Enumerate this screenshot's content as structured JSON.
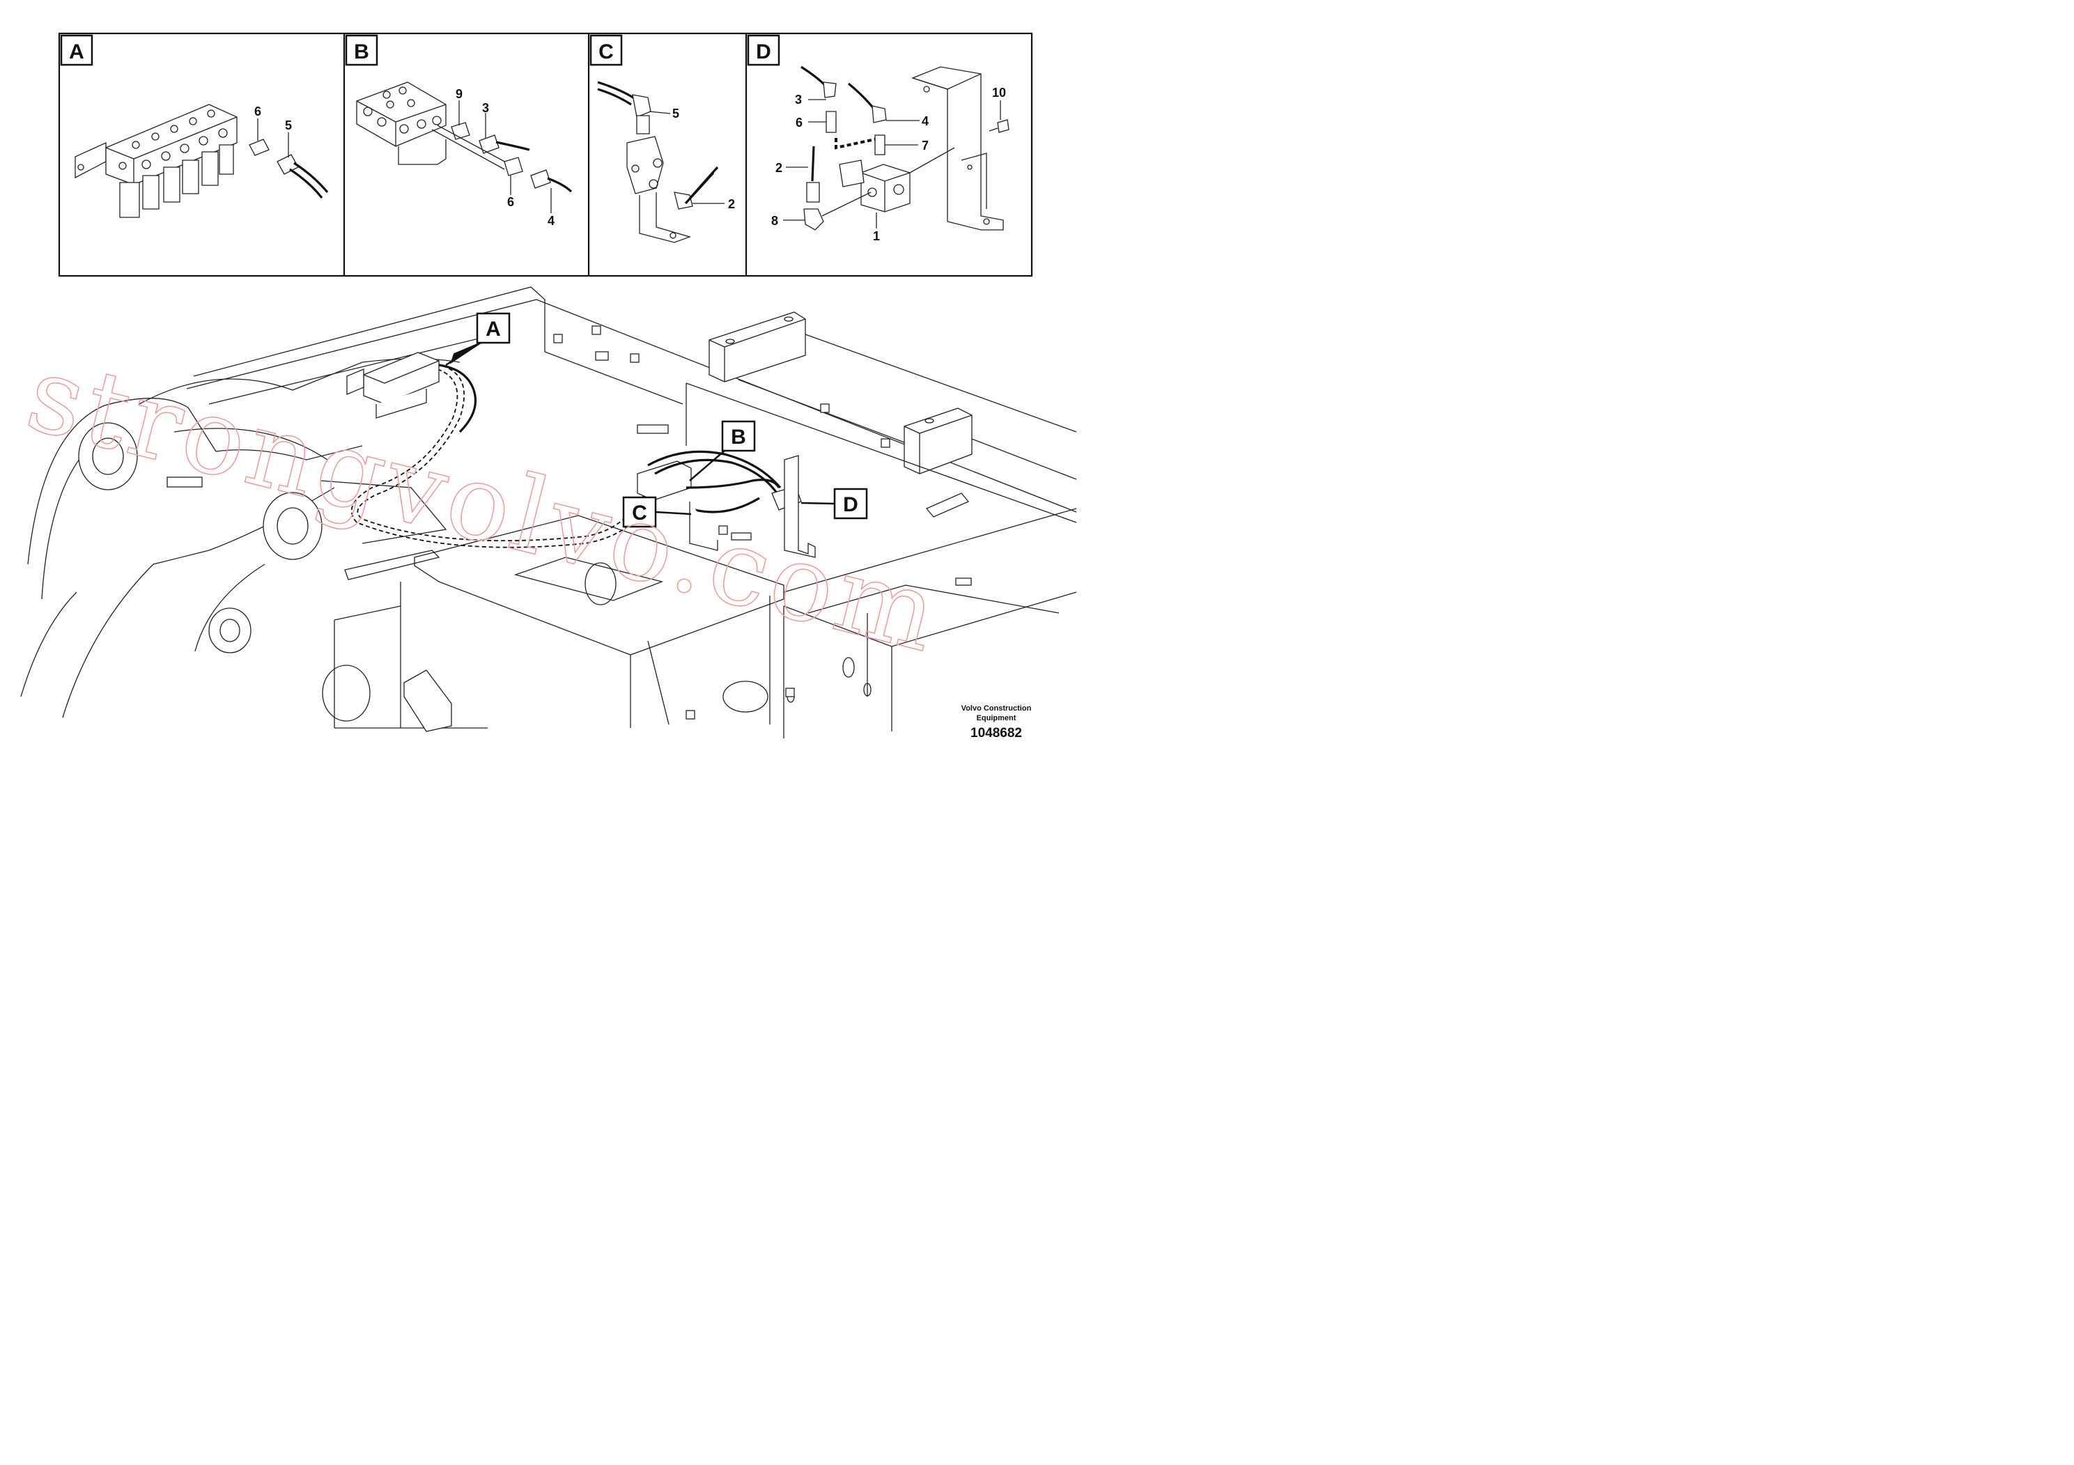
{
  "detail_panels": [
    {
      "label": "A",
      "callouts": [
        "6",
        "5"
      ]
    },
    {
      "label": "B",
      "callouts": [
        "9",
        "3",
        "6",
        "4"
      ]
    },
    {
      "label": "C",
      "callouts": [
        "5",
        "2"
      ]
    },
    {
      "label": "D",
      "callouts": [
        "3",
        "6",
        "2",
        "8",
        "1",
        "4",
        "7",
        "10"
      ]
    }
  ],
  "main_view_tags": [
    "A",
    "B",
    "C",
    "D"
  ],
  "watermark": "strongvolvo.com",
  "footer": {
    "company_line1": "Volvo Construction",
    "company_line2": "Equipment",
    "drawing_number": "1048682"
  }
}
